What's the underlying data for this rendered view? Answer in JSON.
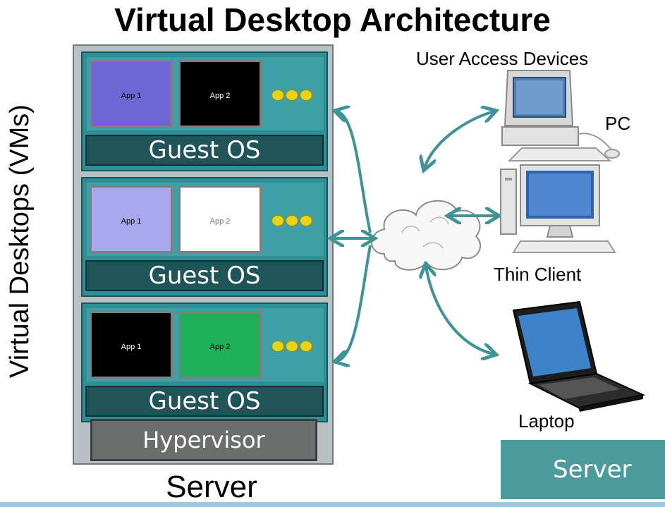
{
  "title": "Virtual Desktop Architecture",
  "side_label": "Virtual Desktops (VMs)",
  "vms": [
    {
      "apps": [
        {
          "label": "App 1",
          "color": "#6f66d6"
        },
        {
          "label": "App 2",
          "color": "#000000"
        }
      ],
      "os": "Guest OS"
    },
    {
      "apps": [
        {
          "label": "App 1",
          "color": "#a9a8ef"
        },
        {
          "label": "App 2",
          "color": "#ffffff"
        }
      ],
      "os": "Guest OS"
    },
    {
      "apps": [
        {
          "label": "App 1",
          "color": "#000000"
        },
        {
          "label": "App 2",
          "color": "#1eb15a"
        }
      ],
      "os": "Guest OS"
    }
  ],
  "hypervisor": "Hypervisor",
  "server_label": "Server",
  "devices_heading": "User Access Devices",
  "devices": {
    "pc": "PC",
    "thin_client": "Thin Client",
    "laptop": "Laptop"
  },
  "server_box": "Server",
  "colors": {
    "arrow": "#3e9396",
    "vm_bg": "#2f8e96",
    "guest_os": "#1f5458",
    "hypervisor": "#6c6d6d"
  }
}
